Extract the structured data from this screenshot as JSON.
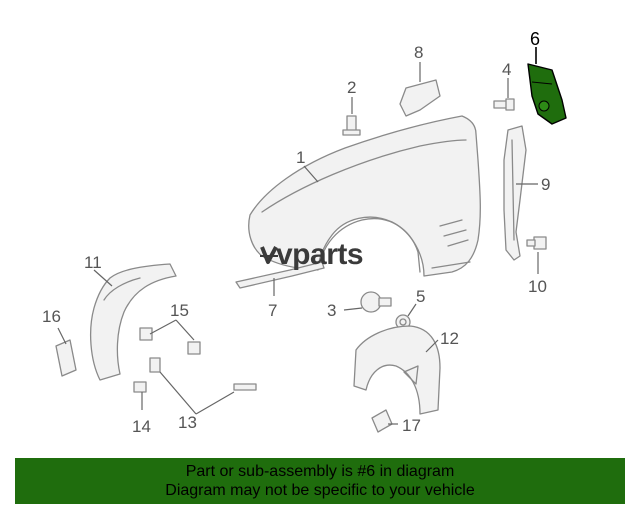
{
  "diagram": {
    "callouts": [
      {
        "id": "1",
        "label": "1"
      },
      {
        "id": "2",
        "label": "2"
      },
      {
        "id": "3",
        "label": "3"
      },
      {
        "id": "4",
        "label": "4"
      },
      {
        "id": "5",
        "label": "5"
      },
      {
        "id": "6",
        "label": "6",
        "highlighted": true
      },
      {
        "id": "7",
        "label": "7"
      },
      {
        "id": "8",
        "label": "8"
      },
      {
        "id": "9",
        "label": "9"
      },
      {
        "id": "10",
        "label": "10"
      },
      {
        "id": "11",
        "label": "11"
      },
      {
        "id": "12",
        "label": "12"
      },
      {
        "id": "13",
        "label": "13"
      },
      {
        "id": "14",
        "label": "14"
      },
      {
        "id": "15",
        "label": "15"
      },
      {
        "id": "16",
        "label": "16"
      },
      {
        "id": "17",
        "label": "17"
      }
    ],
    "highlight_color": "#1f6d0d",
    "watermark": "vparts"
  },
  "banner": {
    "line1": "Part or sub-assembly is #6 in diagram",
    "line2": "Diagram may not be specific to your vehicle",
    "background": "#1f6d0d"
  }
}
